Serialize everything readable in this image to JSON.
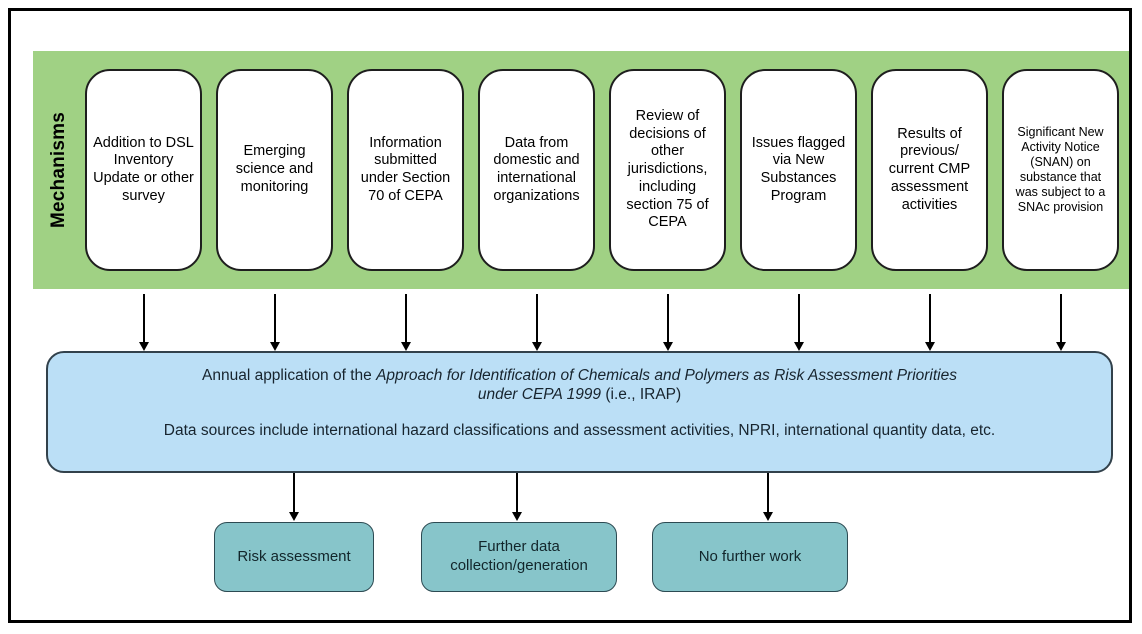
{
  "colors": {
    "band_green": "#a0d184",
    "process_blue_fill": "#bbdff6",
    "process_blue_border": "#32414b",
    "outcome_teal_fill": "#87c5ca",
    "outcome_teal_border": "#2c4a52"
  },
  "band": {
    "label": "Mechanisms",
    "boxes": [
      "Addition to DSL Inventory Update or other survey",
      "Emerging science and monitoring",
      "Information submitted under Section 70 of CEPA",
      "Data from domestic and international organizations",
      "Review of decisions of other jurisdictions, including section 75 of CEPA",
      "Issues flagged via New Substances Program",
      "Results of previous/ current CMP assessment activities",
      "Significant New Activity Notice (SNAN) on substance that was subject to a SNAc provision"
    ]
  },
  "process_box": {
    "line1_regular": "Annual application of the ",
    "line1_italic": "Approach for Identification of Chemicals and Polymers as Risk Assessment Priorities",
    "line2_italic": "under CEPA 1999",
    "line2_regular": " (i.e., IRAP)",
    "line3": "Data sources include international hazard classifications and assessment activities, NPRI, international quantity data, etc."
  },
  "outcomes": [
    "Risk assessment",
    "Further data collection/generation",
    "No further work"
  ]
}
